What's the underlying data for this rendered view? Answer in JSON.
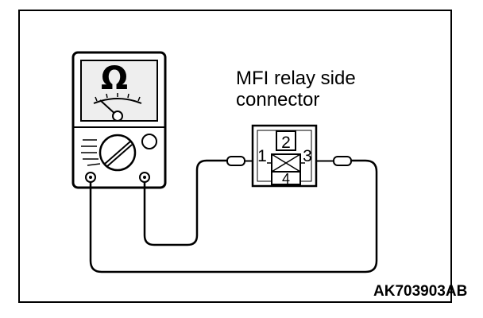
{
  "diagram": {
    "connector_label_line1": "MFI relay side",
    "connector_label_line2": "connector",
    "ohm_symbol": "Ω",
    "terminals": [
      "1",
      "2",
      "3",
      "4"
    ],
    "figure_code": "AK703903AB"
  },
  "colors": {
    "ink": "#000000",
    "paper": "#ffffff",
    "screen_shade": "#eeeeee"
  }
}
